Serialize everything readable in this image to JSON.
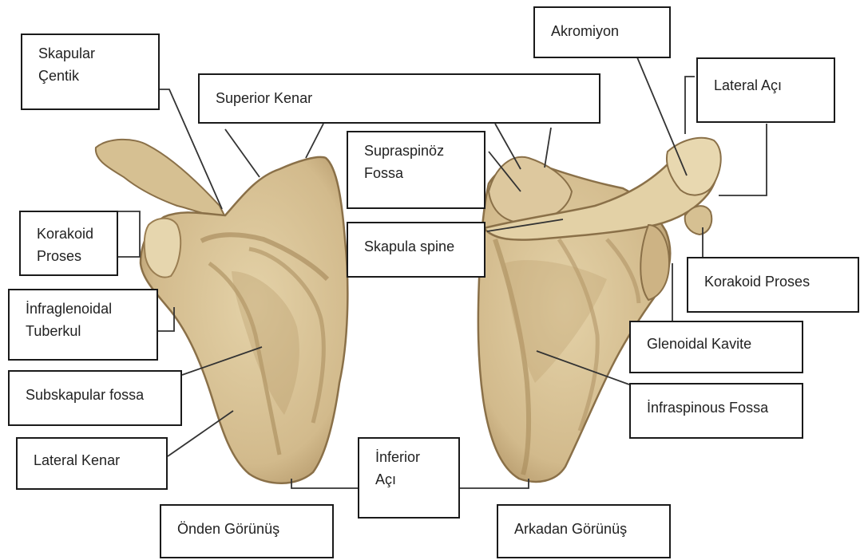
{
  "labels": {
    "skapular_centik": "Skapular\nÇentik",
    "superior_kenar": "Superior Kenar",
    "akromiyon": "Akromiyon",
    "lateral_aci": "Lateral Açı",
    "supraspinoz_fossa": "Supraspinöz\nFossa",
    "korakoid_proses_left": "Korakoid\nProses",
    "skapula_spine": "Skapula spine",
    "korakoid_proses_right": "Korakoid Proses",
    "infraglenoidal_tuberkul": "İnfraglenoidal\nTuberkul",
    "glenoidal_kavite": "Glenoidal Kavite",
    "subskapular_fossa": "Subskapular fossa",
    "infraspinous_fossa": "İnfraspinous Fossa",
    "lateral_kenar": "Lateral Kenar",
    "inferior_aci": "İnferior\nAçı",
    "onden_gorunus": "Önden Görünüş",
    "arkadan_gorunus": "Arkadan Görünüş"
  },
  "colors": {
    "bone_fill": "#d9c49a",
    "bone_shadow": "#b09466",
    "bone_dark": "#8a7048",
    "bone_highlight": "#ede0bf",
    "leader_line": "#333333",
    "box_border": "#1a1a1a"
  }
}
